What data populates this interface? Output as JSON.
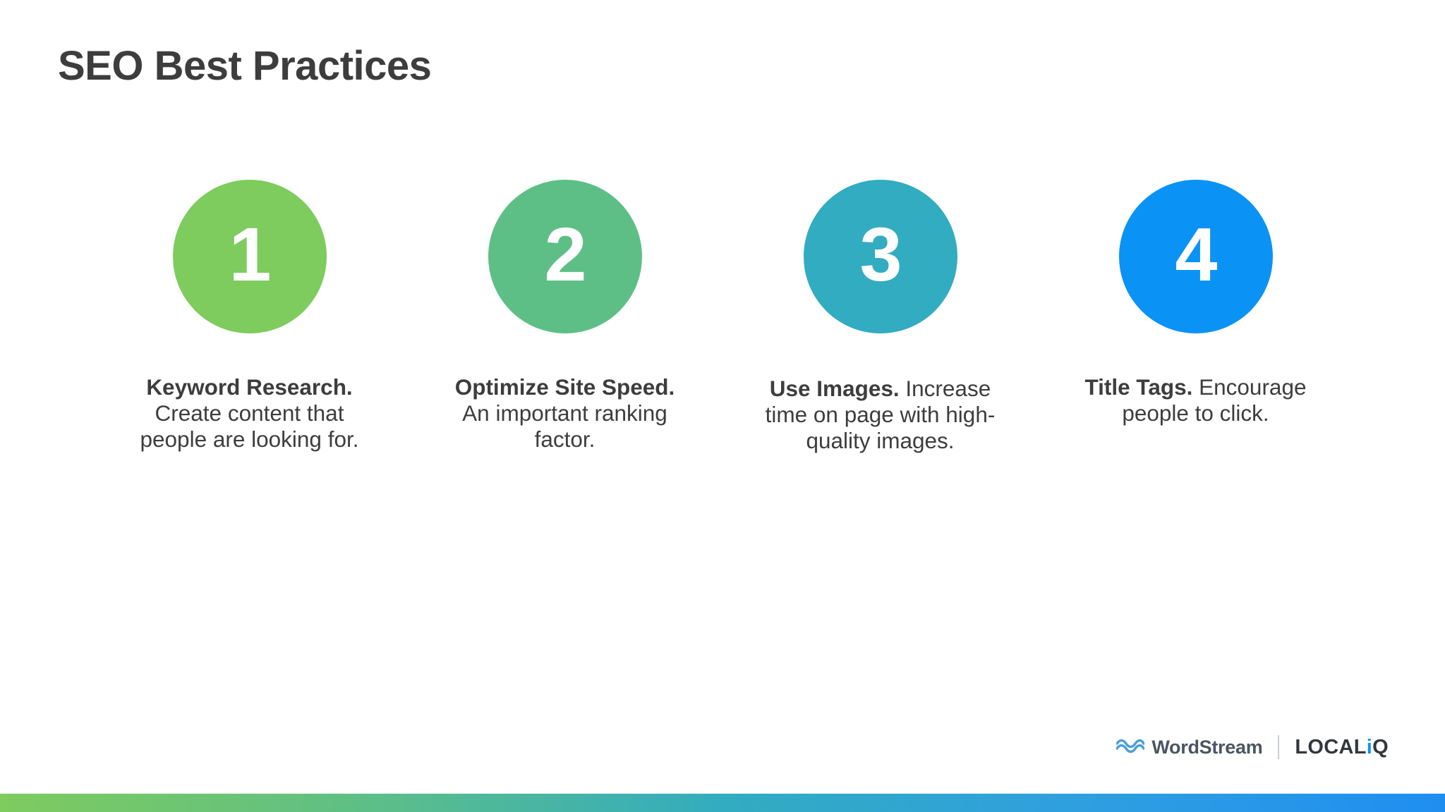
{
  "slide": {
    "title": "SEO Best Practices",
    "background": "#ffffff",
    "title_color": "#3d3d3d"
  },
  "items": [
    {
      "number": "1",
      "color": "#7ecb5e",
      "lead": "Keyword Research.",
      "body": "Create content that people are looking for."
    },
    {
      "number": "2",
      "color": "#5ebf86",
      "lead": "Optimize Site Speed.",
      "body": "An important ranking factor."
    },
    {
      "number": "3",
      "color": "#32acc0",
      "lead": "Use Images.",
      "body": "Increase time on page with high-quality images."
    },
    {
      "number": "4",
      "color": "#0a93f5",
      "lead": "Title Tags.",
      "body": "Encourage people to click."
    }
  ],
  "footer": {
    "wordstream_label": "WordStream",
    "wordstream_icon": "wave-icon",
    "wordstream_color": "#4b9fd5",
    "divider": "|",
    "localiq_prefix": "LOCAL",
    "localiq_i": "i",
    "localiq_suffix": "Q",
    "localiq_accent": "#0a93f5"
  },
  "bottom_bar": {
    "gradient_stops": [
      "#7ecb5e",
      "#5ebf86",
      "#32acc0",
      "#2f9fe0",
      "#1f8ef1"
    ]
  }
}
